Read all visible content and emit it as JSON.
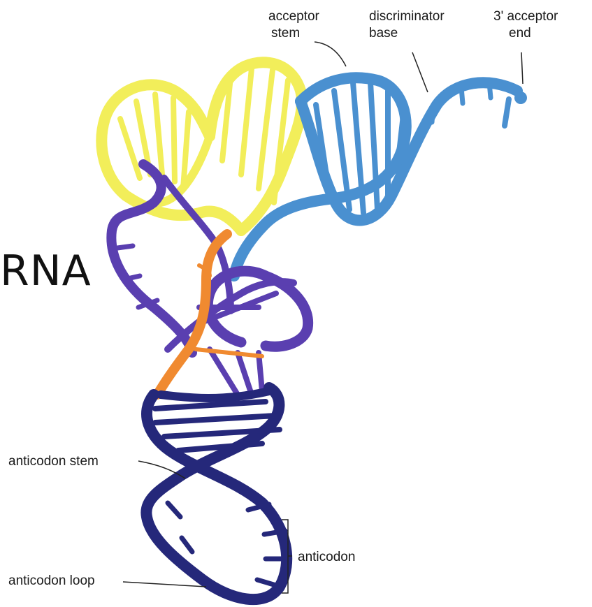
{
  "title_fragment": "RNA",
  "labels": {
    "acceptor_stem": [
      "acceptor",
      "stem"
    ],
    "discriminator_base": [
      "discriminator",
      "base"
    ],
    "acceptor_end": [
      "3' acceptor",
      "end"
    ],
    "anticodon_stem": "anticodon stem",
    "anticodon": "anticodon",
    "anticodon_loop": "anticodon loop"
  },
  "colors": {
    "acceptor_arm": "#4a90d0",
    "d_loop": "#f2ee5a",
    "variable_arm": "#5a3fb0",
    "connector": "#f08a30",
    "anticodon_arm": "#25287a"
  }
}
